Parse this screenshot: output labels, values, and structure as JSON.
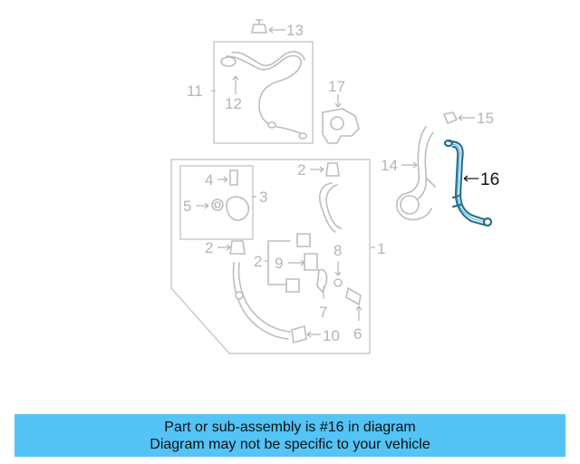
{
  "callouts": {
    "n1": "1",
    "n2a": "2",
    "n2b": "2",
    "n2c": "2",
    "n3": "3",
    "n4": "4",
    "n5": "5",
    "n6": "6",
    "n7": "7",
    "n8": "8",
    "n9": "9",
    "n10": "10",
    "n11": "11",
    "n12": "12",
    "n13": "13",
    "n14": "14",
    "n15": "15",
    "n16": "16",
    "n17": "17"
  },
  "highlight_color": "#57c4ea",
  "banner": {
    "line1": "Part or sub-assembly is #16 in diagram",
    "line2": "Diagram may not be specific to your vehicle",
    "color": "#54c3f5"
  }
}
